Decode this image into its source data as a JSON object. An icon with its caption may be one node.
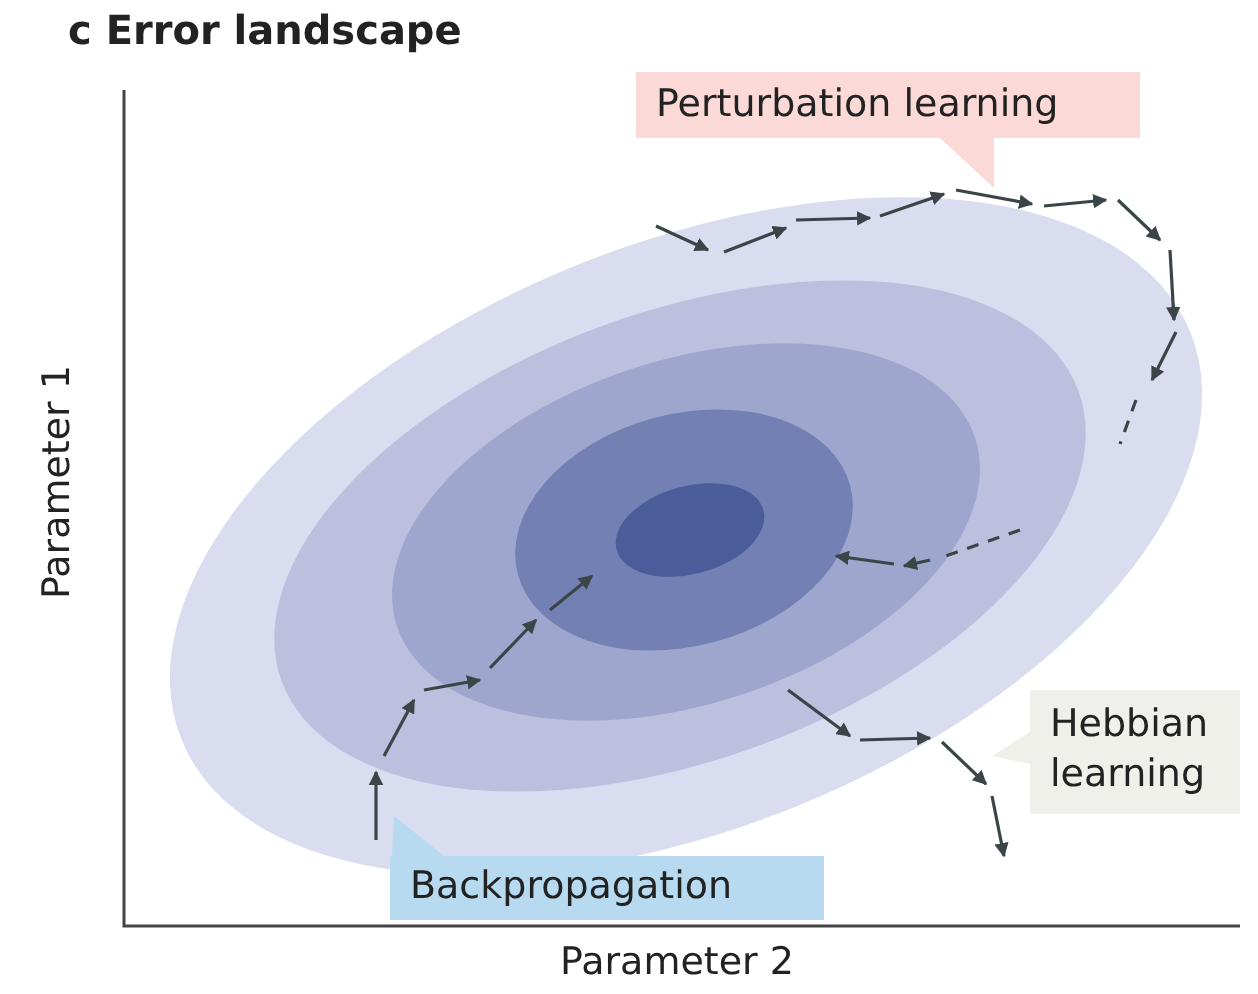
{
  "diagram": {
    "title": "c Error landscape",
    "nodes": [
      {
        "text": [
          "Perturbation learning"
        ]
      },
      {
        "text": [
          "Hebbian learning"
        ]
      },
      {
        "text": [
          "Backpropagation"
        ]
      }
    ],
    "labels": [
      "Parameter 1",
      "Parameter 2"
    ]
  }
}
